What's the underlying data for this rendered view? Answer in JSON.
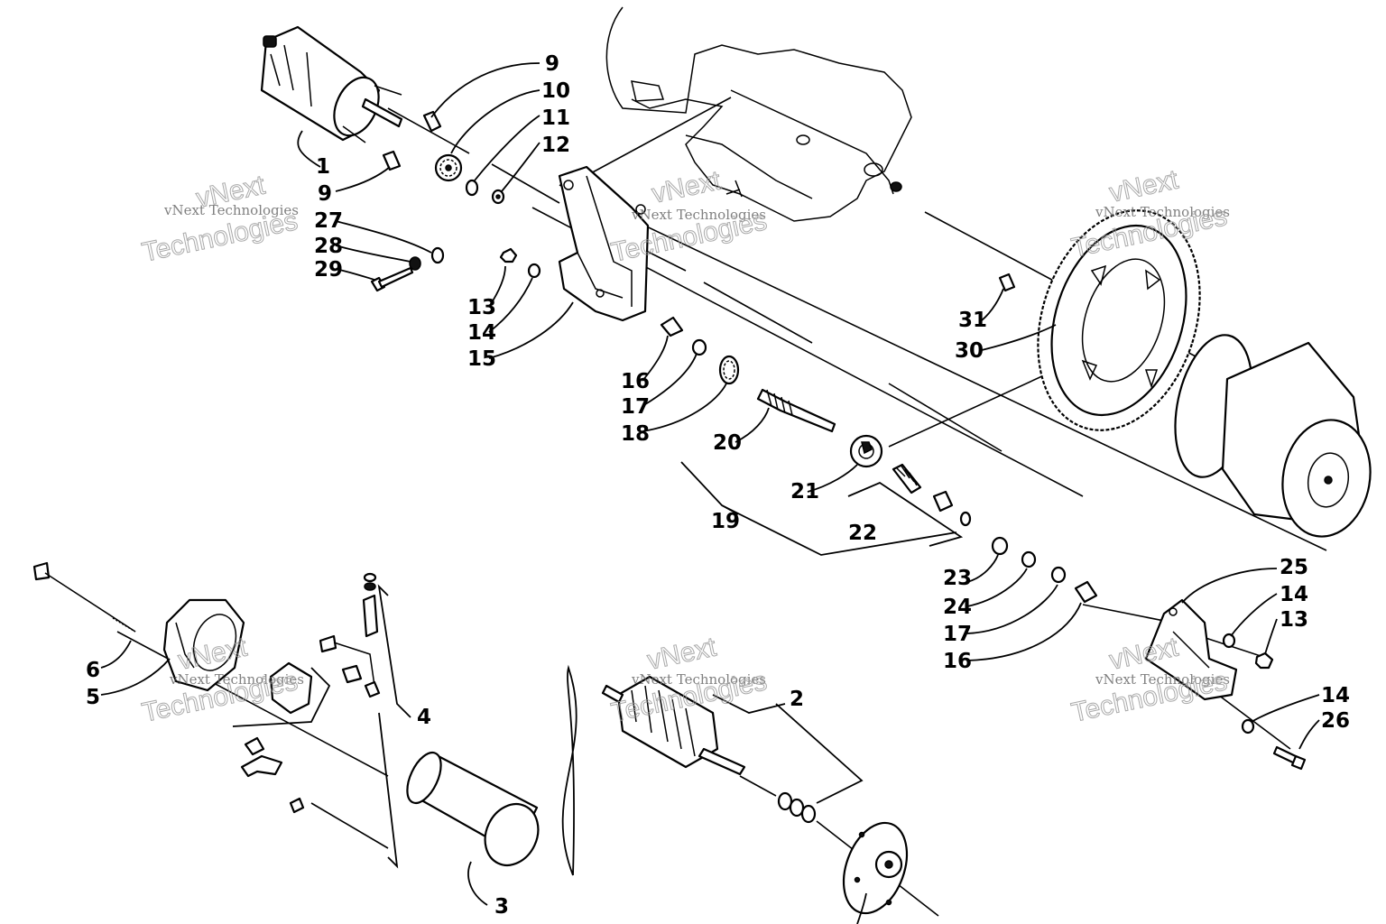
{
  "watermark": {
    "line1": "vNext Technologies",
    "line2": "Technologies",
    "line3": "vNext"
  },
  "callouts": {
    "c1": "1",
    "c2": "2",
    "c3": "3",
    "c4": "4",
    "c5": "5",
    "c6": "6",
    "c9a": "9",
    "c9b": "9",
    "c10": "10",
    "c11": "11",
    "c12": "12",
    "c13a": "13",
    "c13b": "13",
    "c14a": "14",
    "c14b": "14",
    "c14c": "14",
    "c15": "15",
    "c16a": "16",
    "c16b": "16",
    "c17a": "17",
    "c17b": "17",
    "c18": "18",
    "c19": "19",
    "c20": "20",
    "c21": "21",
    "c22": "22",
    "c23": "23",
    "c24": "24",
    "c25": "25",
    "c26": "26",
    "c27": "27",
    "c28": "28",
    "c29": "29",
    "c30": "30",
    "c31": "31"
  }
}
